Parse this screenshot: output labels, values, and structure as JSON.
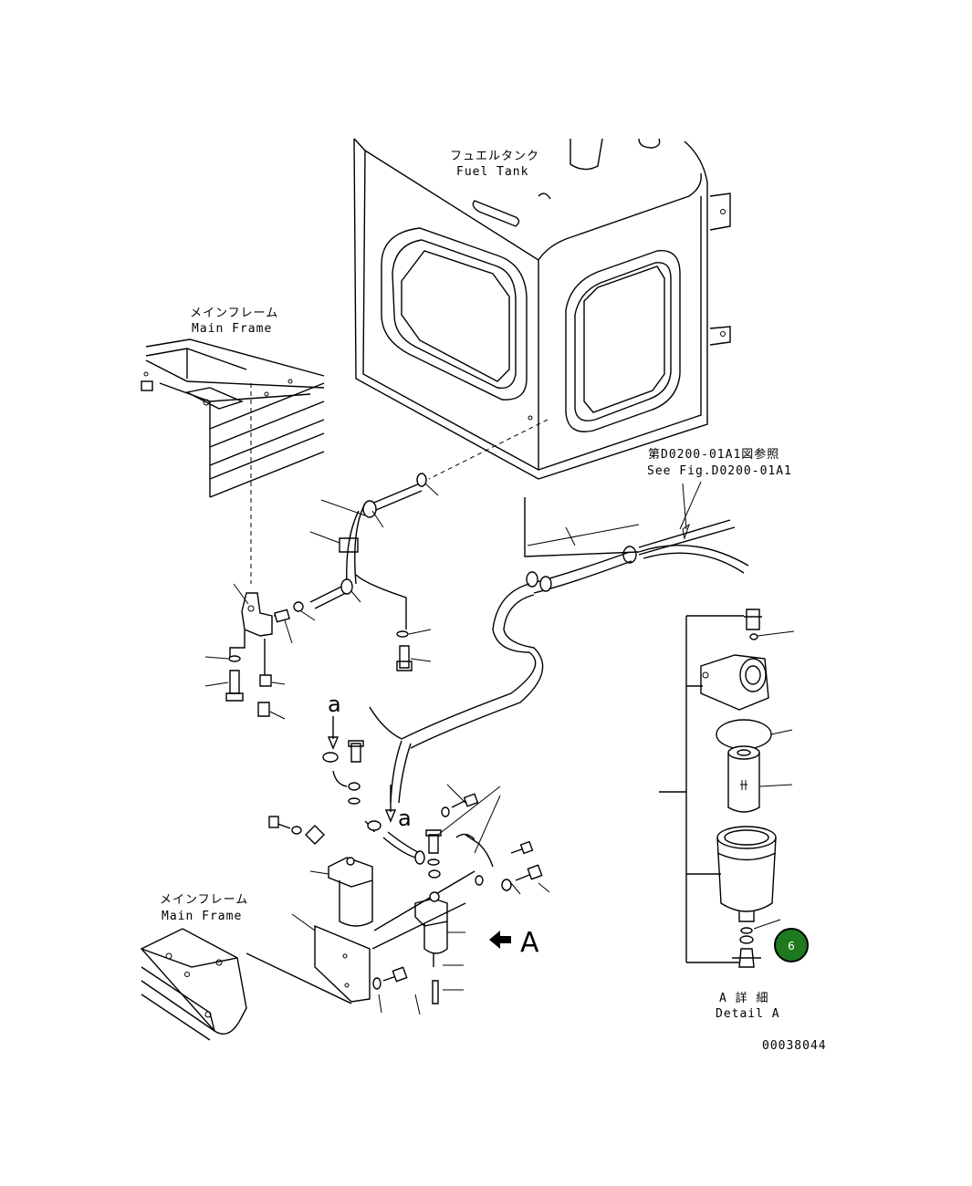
{
  "labels": {
    "fuel_tank_jp": "フュエルタンク",
    "fuel_tank_en": "Fuel Tank",
    "main_frame_top_jp": "メインフレーム",
    "main_frame_top_en": "Main Frame",
    "main_frame_bottom_jp": "メインフレーム",
    "main_frame_bottom_en": "Main Frame",
    "see_fig_jp": "第D0200-01A1図参照",
    "see_fig_en": "See Fig.D0200-01A1",
    "detail_jp": "A 詳 細",
    "detail_en": "Detail A",
    "view_a": "A",
    "arrow_a_1": "a",
    "arrow_a_2": "a",
    "drawing_number": "00038044"
  },
  "callout": {
    "number": "6",
    "color": "#1f7a1f"
  },
  "colors": {
    "line": "#000000",
    "background": "#ffffff"
  }
}
